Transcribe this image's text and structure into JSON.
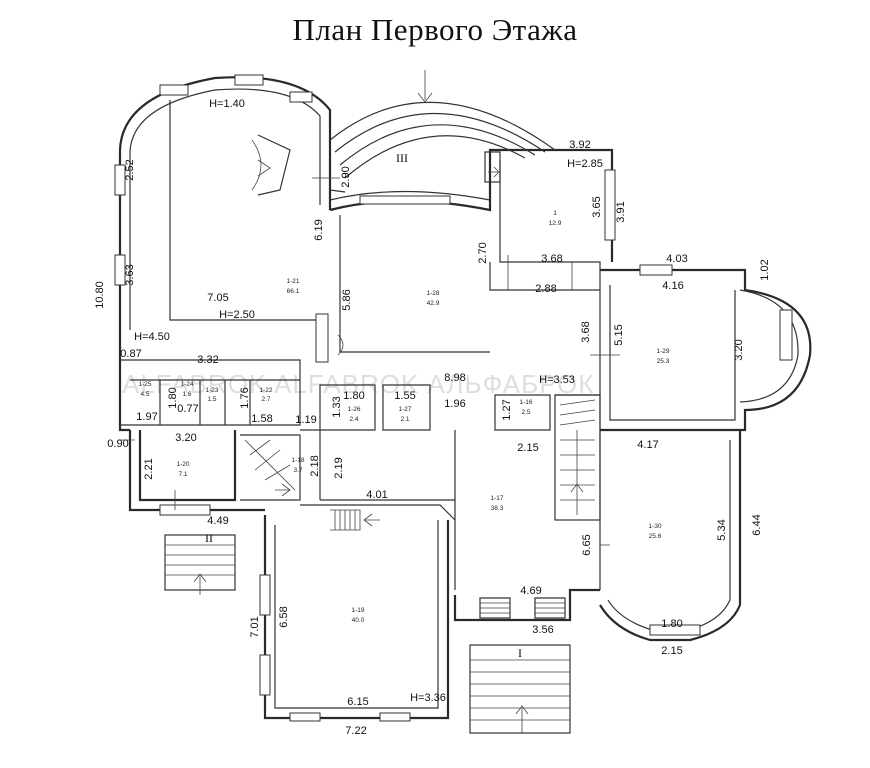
{
  "title": "План Первого Этажа",
  "watermark": "ALFABROK  ALFABROK  АЛЬФАБРОК",
  "rooms": [
    {
      "id": "1-21",
      "area": "66.1"
    },
    {
      "id": "1-28",
      "area": "42.9"
    },
    {
      "id": "1",
      "area": "12.9"
    },
    {
      "id": "1-29",
      "area": "25.3"
    },
    {
      "id": "1-25",
      "area": "4.5"
    },
    {
      "id": "1-24",
      "area": "1.6"
    },
    {
      "id": "1-23",
      "area": "1.5"
    },
    {
      "id": "1-22",
      "area": "2.7"
    },
    {
      "id": "1-26",
      "area": "2.4"
    },
    {
      "id": "1-27",
      "area": "2.1"
    },
    {
      "id": "1-16",
      "area": "2.5"
    },
    {
      "id": "1-20",
      "area": "7.1"
    },
    {
      "id": "1-18",
      "area": "3.7"
    },
    {
      "id": "1-17",
      "area": "38.3"
    },
    {
      "id": "1-30",
      "area": "25.6"
    },
    {
      "id": "1-19",
      "area": "40.0"
    }
  ],
  "stairs_labels": [
    "I",
    "II",
    "III"
  ],
  "dimensions": {
    "h_140": "H=1.40",
    "d_252": "2.52",
    "d_363": "3.63",
    "d_1080": "10.80",
    "d_705": "7.05",
    "h_250": "H=2.50",
    "d_290": "2.90",
    "d_619": "6.19",
    "d_586": "5.86",
    "d_270": "2.70",
    "d_392": "3.92",
    "h_285": "H=2.85",
    "d_365": "3.65",
    "d_391": "3.91",
    "d_368a": "3.68",
    "d_403": "4.03",
    "d_102": "1.02",
    "d_288": "2.88",
    "d_416": "4.16",
    "d_368b": "3.68",
    "d_515": "5.15",
    "d_320a": "3.20",
    "h_450": "H=4.50",
    "d_087": "0.87",
    "d_332": "3.32",
    "d_180a": "1.80",
    "d_176": "1.76",
    "d_180b": "1.80",
    "d_155": "1.55",
    "d_898": "8.98",
    "h_353": "H=3.53",
    "d_197": "1.97",
    "d_077": "0.77",
    "d_158": "1.58",
    "d_119": "1.19",
    "d_133": "1.33",
    "d_196": "1.96",
    "d_127": "1.27",
    "d_215a": "2.15",
    "d_417": "4.17",
    "d_090": "0.90",
    "d_320b": "3.20",
    "d_221": "2.21",
    "d_218": "2.18",
    "d_219": "2.19",
    "d_401": "4.01",
    "d_449": "4.49",
    "d_665": "6.65",
    "d_534": "5.34",
    "d_644": "6.44",
    "d_469": "4.69",
    "d_356": "3.56",
    "d_658": "6.58",
    "d_701": "7.01",
    "d_180c": "1.80",
    "d_215b": "2.15",
    "d_615": "6.15",
    "h_336": "H=3.36",
    "d_722": "7.22"
  }
}
